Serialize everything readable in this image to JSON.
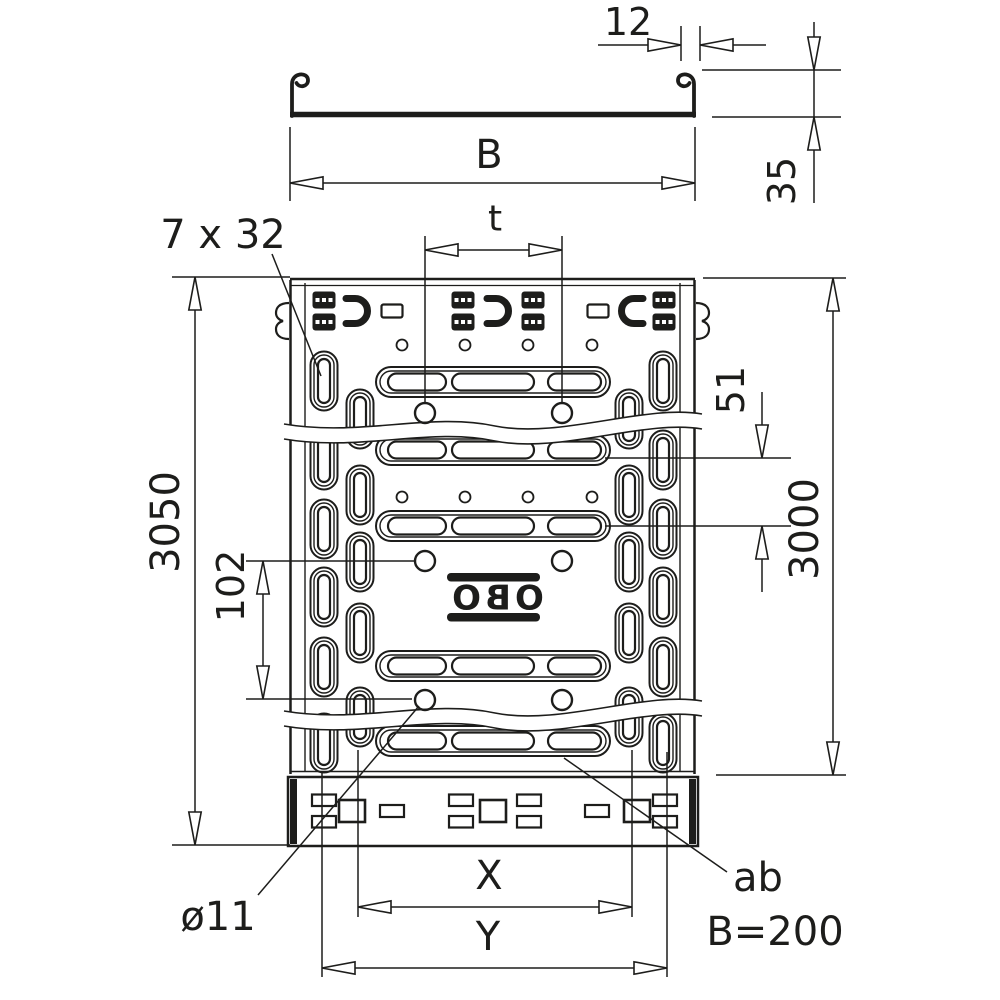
{
  "colors": {
    "line": "#1d1d1b",
    "background": "#ffffff"
  },
  "cross_section": {
    "lip_width": "12",
    "width_label": "B",
    "side_height": "35"
  },
  "plan": {
    "slot_size": "7 x 32",
    "slot_pitch": "t",
    "row_pitch": "51",
    "overall_length": "3050",
    "standard_length": "3000",
    "hole_pitch": "102",
    "dim_x": "X",
    "dim_y": "Y",
    "hole_diameter": "ø11",
    "note_from": "ab",
    "note_width": "B=200"
  },
  "logo": {
    "text": "OBO"
  }
}
